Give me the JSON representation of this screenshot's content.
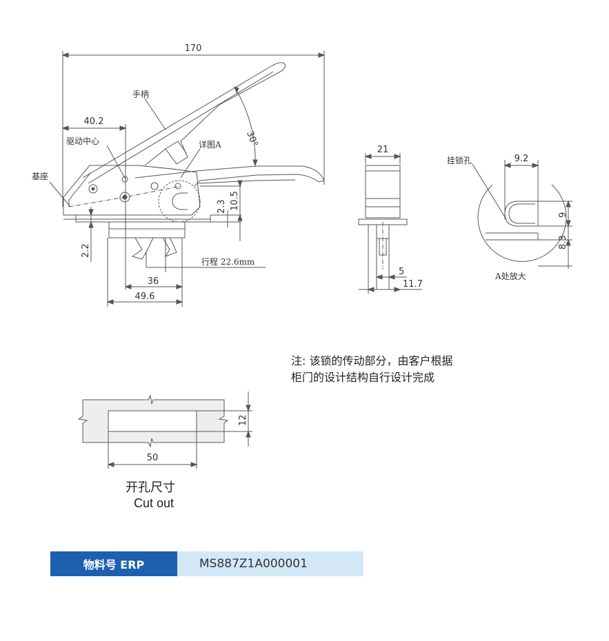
{
  "main_view": {
    "dims": {
      "overall_length": "170",
      "drive_center": "40.2",
      "angle": "30°",
      "h_2_3": "2.3",
      "h_10_5": "10.5",
      "h_2_2": "2.2",
      "w_36": "36",
      "w_49_6": "49.6",
      "stroke": "行程 22.6mm"
    },
    "labels": {
      "handle": "手柄",
      "drive_center": "驱动中心",
      "detail_a": "详图A",
      "base": "基座"
    }
  },
  "side_view": {
    "dims": {
      "width": "21",
      "w_5": "5",
      "w_11_7": "11.7"
    }
  },
  "detail_view": {
    "label_hole": "挂锁孔",
    "dims": {
      "w_9_2": "9.2",
      "h_9": "9",
      "h_8_3": "8.3"
    },
    "caption": "A处放大"
  },
  "note": {
    "line1": "注: 该锁的传动部分，由客户根据",
    "line2": "柜门的设计结构自行设计完成"
  },
  "cutout": {
    "width": "50",
    "height": "12",
    "title_cn": "开孔尺寸",
    "title_en": "Cut out"
  },
  "erp": {
    "label": "物料号 ERP",
    "value": "MS887Z1A000001"
  }
}
